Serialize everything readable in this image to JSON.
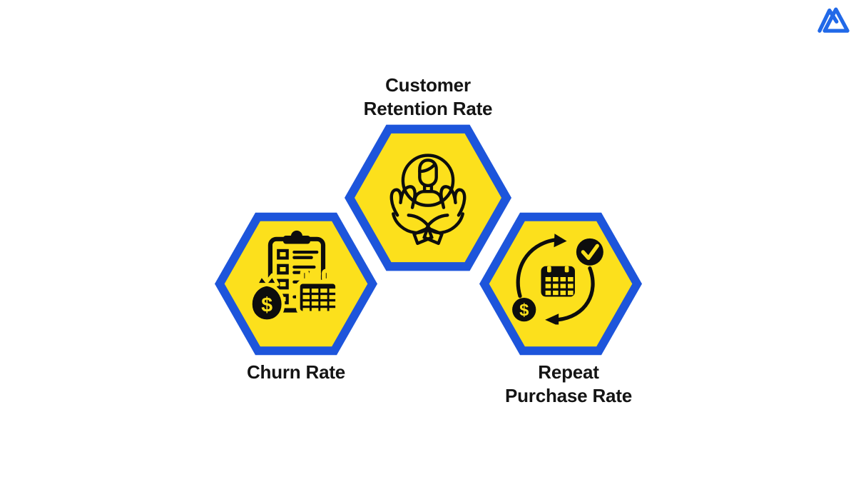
{
  "page": {
    "background": "#ffffff"
  },
  "brand": {
    "logo_icon": "mountain-logo-icon",
    "logo_color": "#2169E8"
  },
  "palette": {
    "hex_border_blue": "#1D55DB",
    "hex_fill_yellow": "#FCE01C",
    "icon_black": "#0D0D0D",
    "label_text": "#141414"
  },
  "icon_glyphs": {
    "dollar": "$"
  },
  "diagram": {
    "nodes": [
      {
        "id": "customer-retention-rate",
        "label_lines": [
          "Customer",
          "Retention Rate"
        ],
        "icon": "hands-holding-person-icon",
        "position": "top-center"
      },
      {
        "id": "churn-rate",
        "label_lines": [
          "Churn Rate"
        ],
        "icon": "clipboard-moneybag-calendar-icon",
        "position": "bottom-left"
      },
      {
        "id": "repeat-purchase-rate",
        "label_lines": [
          "Repeat",
          "Purchase Rate"
        ],
        "icon": "calendar-cycle-dollar-check-icon",
        "position": "bottom-right"
      }
    ]
  }
}
